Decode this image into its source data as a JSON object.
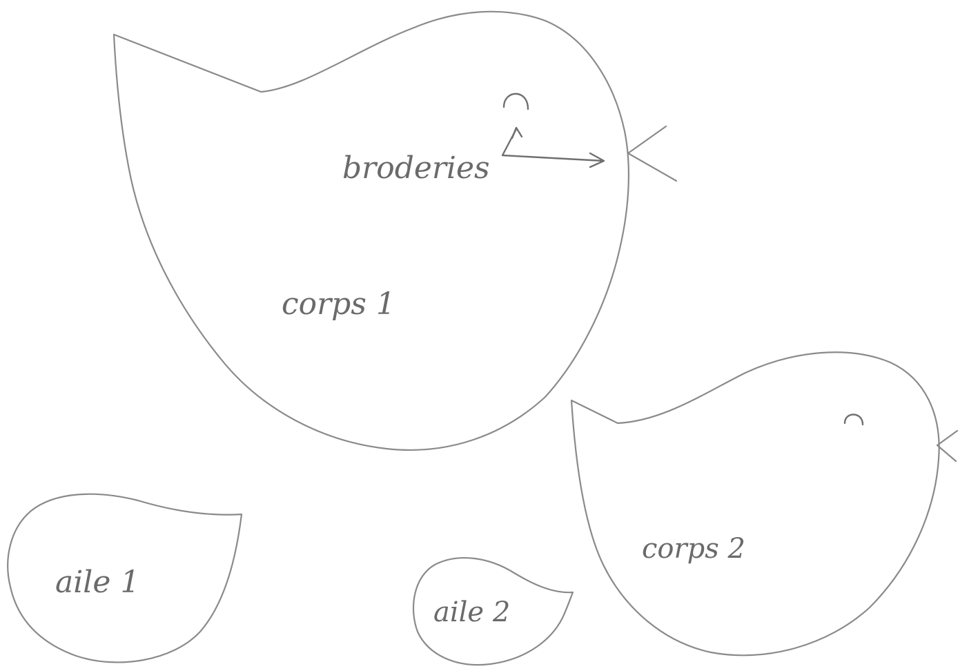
{
  "labels": {
    "broderies": "broderies",
    "corps_1": "corps 1",
    "corps_2": "corps 2",
    "aile_1": "aile 1",
    "aile_2": "aile 2"
  },
  "colors": {
    "background": "#ffffff",
    "pencil": "#8a8a8a"
  }
}
